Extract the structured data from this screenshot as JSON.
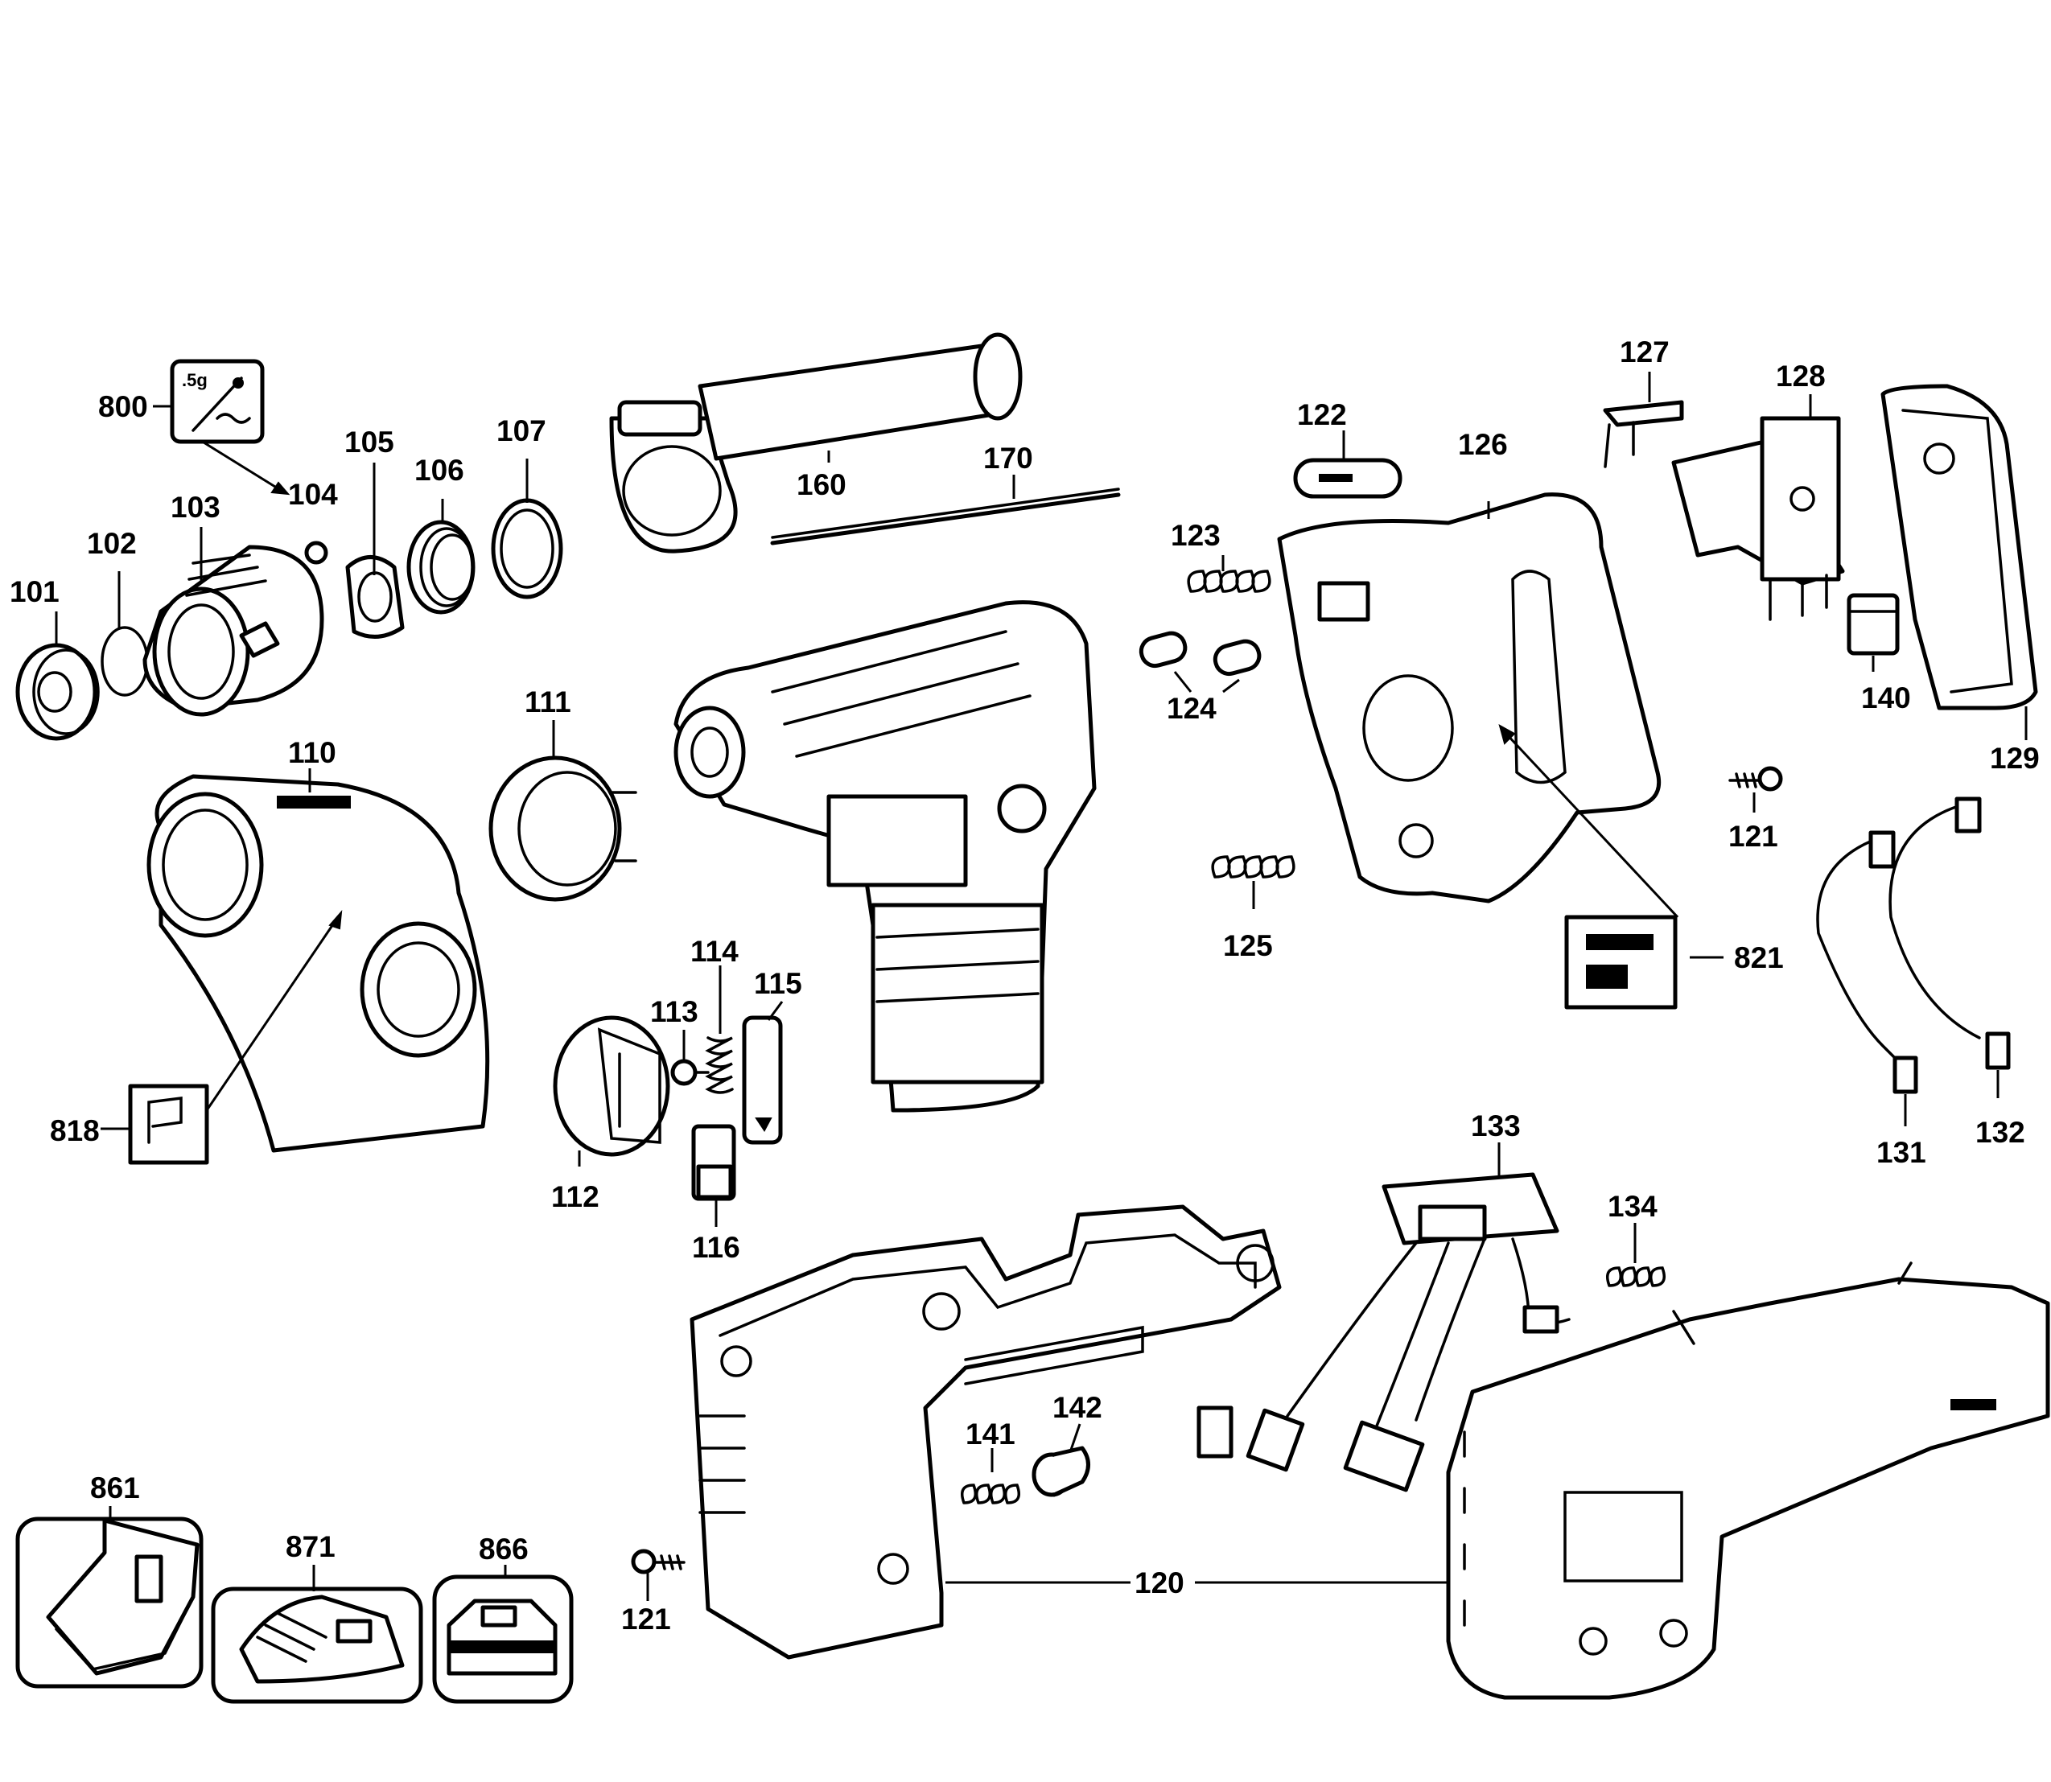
{
  "diagram": {
    "labels": {
      "p101": "101",
      "p102": "102",
      "p103": "103",
      "p104": "104",
      "p105": "105",
      "p106": "106",
      "p107": "107",
      "p110": "110",
      "p111": "111",
      "p112": "112",
      "p113": "113",
      "p114": "114",
      "p115": "115",
      "p116": "116",
      "p120": "120",
      "p121a": "121",
      "p121b": "121",
      "p122": "122",
      "p123": "123",
      "p124": "124",
      "p125": "125",
      "p126": "126",
      "p127": "127",
      "p128": "128",
      "p129": "129",
      "p131": "131",
      "p132": "132",
      "p133": "133",
      "p134": "134",
      "p140": "140",
      "p141": "141",
      "p142": "142",
      "p160": "160",
      "p170": "170",
      "p800": "800",
      "p818": "818",
      "p821": "821",
      "p861": "861",
      "p866": "866",
      "p871": "871"
    },
    "grease_note": ".5g"
  }
}
